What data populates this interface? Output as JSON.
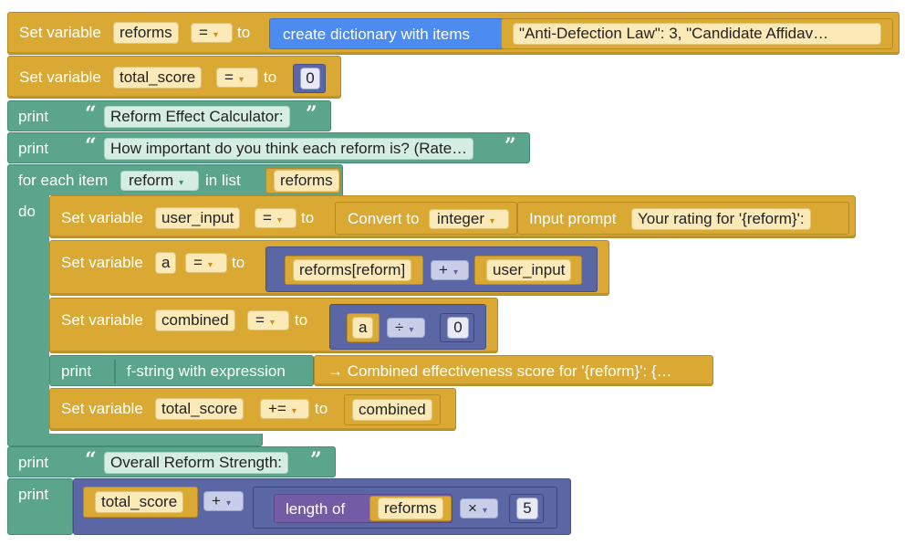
{
  "blocks": {
    "b1": {
      "set": "Set variable",
      "var": "reforms",
      "op": "=",
      "to": "to",
      "fn": "create dictionary with items",
      "items": "\"Anti-Defection Law\": 3,     \"Candidate Affidav…"
    },
    "b2": {
      "set": "Set variable",
      "var": "total_score",
      "op": "=",
      "to": "to",
      "val": "0"
    },
    "p1": {
      "print": "print",
      "text": "Reform Effect Calculator:"
    },
    "p2": {
      "print": "print",
      "text": "How important do you think each reform is? (Rate…"
    },
    "loop": {
      "for_each": "for each item",
      "item": "reform",
      "in_list": "in list",
      "list": "reforms",
      "do": "do"
    },
    "b3": {
      "set": "Set variable",
      "var": "user_input",
      "op": "=",
      "to": "to",
      "convert": "Convert to",
      "type": "integer",
      "prompt": "Input prompt",
      "prompt_text": "Your rating for '{reform}':"
    },
    "b4": {
      "set": "Set variable",
      "var": "a",
      "op": "=",
      "to": "to",
      "left": "reforms[reform]",
      "operator": "+",
      "right": "user_input"
    },
    "b5": {
      "set": "Set variable",
      "var": "combined",
      "op": "=",
      "to": "to",
      "left": "a",
      "operator": "÷",
      "right": "0"
    },
    "p3": {
      "print": "print",
      "fn": "f-string with expression",
      "text": "→ Combined effectiveness score for '{reform}': {…"
    },
    "b6": {
      "set": "Set variable",
      "var": "total_score",
      "op": "+=",
      "to": "to",
      "val": "combined"
    },
    "p4": {
      "print": "print",
      "text": "Overall Reform Strength:"
    },
    "p5": {
      "print": "print",
      "left": "total_score",
      "operator": "+",
      "fn": "length of",
      "list": "reforms",
      "operator2": "×",
      "val": "5"
    }
  },
  "glyphs": {
    "open_quote": "“",
    "close_quote": "”",
    "dropdown_arrow": "▾"
  }
}
